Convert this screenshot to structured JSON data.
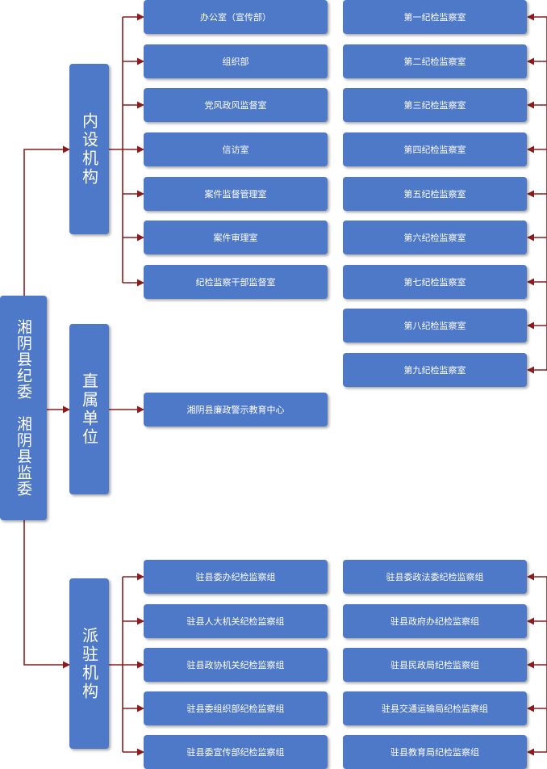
{
  "root": {
    "label": "湘阴县纪委　湘阴县监委"
  },
  "branches": {
    "internal": {
      "label": "内设机构",
      "left_items": [
        "办公室（宣传部）",
        "组织部",
        "党风政风监督室",
        "信访室",
        "案件监督管理室",
        "案件审理室",
        "纪检监察干部监督室"
      ],
      "right_items": [
        "第一纪检监察室",
        "第二纪检监察室",
        "第三纪检监察室",
        "第四纪检监察室",
        "第五纪检监察室",
        "第六纪检监察室",
        "第七纪检监察室",
        "第八纪检监察室",
        "第九纪检监察室"
      ]
    },
    "direct": {
      "label": "直属单位",
      "items": [
        "湘阴县廉政警示教育中心"
      ]
    },
    "stationed": {
      "label": "派驻机构",
      "left_items": [
        "驻县委办纪检监察组",
        "驻县人大机关纪检监察组",
        "驻县政协机关纪检监察组",
        "驻县委组织部纪检监察组",
        "驻县委宣传部纪检监察组"
      ],
      "right_items": [
        "驻县委政法委纪检监察组",
        "驻县政府办纪检监察组",
        "驻县民政局纪检监察组",
        "驻县交通运输局纪检监察组",
        "驻县教育局纪检监察组"
      ]
    }
  },
  "colors": {
    "box": "#4e78c8",
    "text": "#ffffff",
    "connector": "#8b1c1c"
  }
}
